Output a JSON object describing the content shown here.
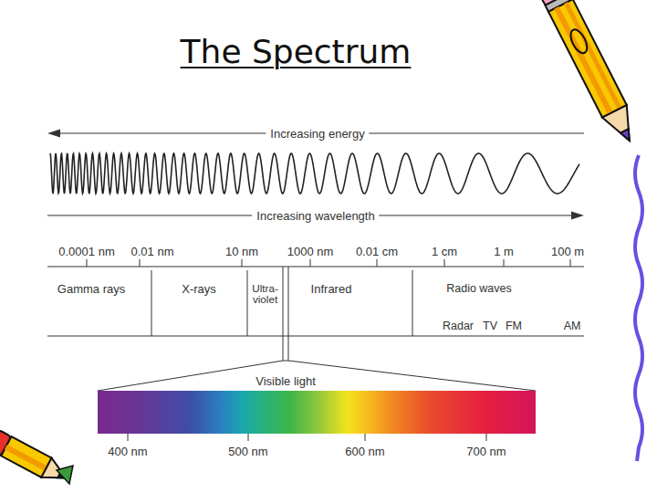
{
  "diagram": {
    "title": "The Spectrum",
    "nodes": [
      {
        "text": [
          "Gamma rays"
        ]
      },
      {
        "text": [
          "X-rays"
        ]
      },
      {
        "text": [
          "Ultra- violet"
        ]
      },
      {
        "text": [
          "Infrared"
        ]
      },
      {
        "text": [
          "Radio waves",
          "Radar",
          "TV",
          "FM",
          "AM"
        ]
      },
      {
        "text": [
          "Visible light"
        ]
      }
    ],
    "labels": [
      "Increasing energy",
      "Increasing wavelength",
      "0.0001 nm",
      "0.01 nm",
      "10 nm",
      "1000 nm",
      "0.01 cm",
      "1 cm",
      "1 m",
      "100 m",
      "400 nm",
      "500 nm",
      "600 nm",
      "700 nm"
    ]
  }
}
